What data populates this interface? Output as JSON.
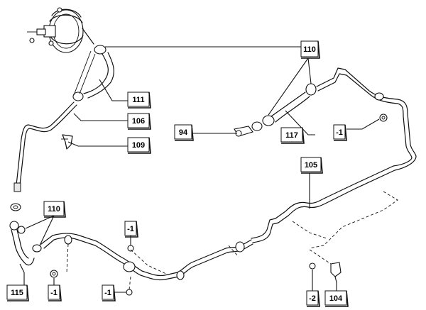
{
  "callouts": {
    "c110_top": "110",
    "c111": "111",
    "c106": "106",
    "c109": "109",
    "c94": "94",
    "c117": "117",
    "cm1_right": "-1",
    "c105": "105",
    "c110_left": "110",
    "cm1_mid": "-1",
    "c115": "115",
    "cm1_left": "-1",
    "cm1_bottom": "-1",
    "cm2": "-2",
    "c104": "104"
  }
}
